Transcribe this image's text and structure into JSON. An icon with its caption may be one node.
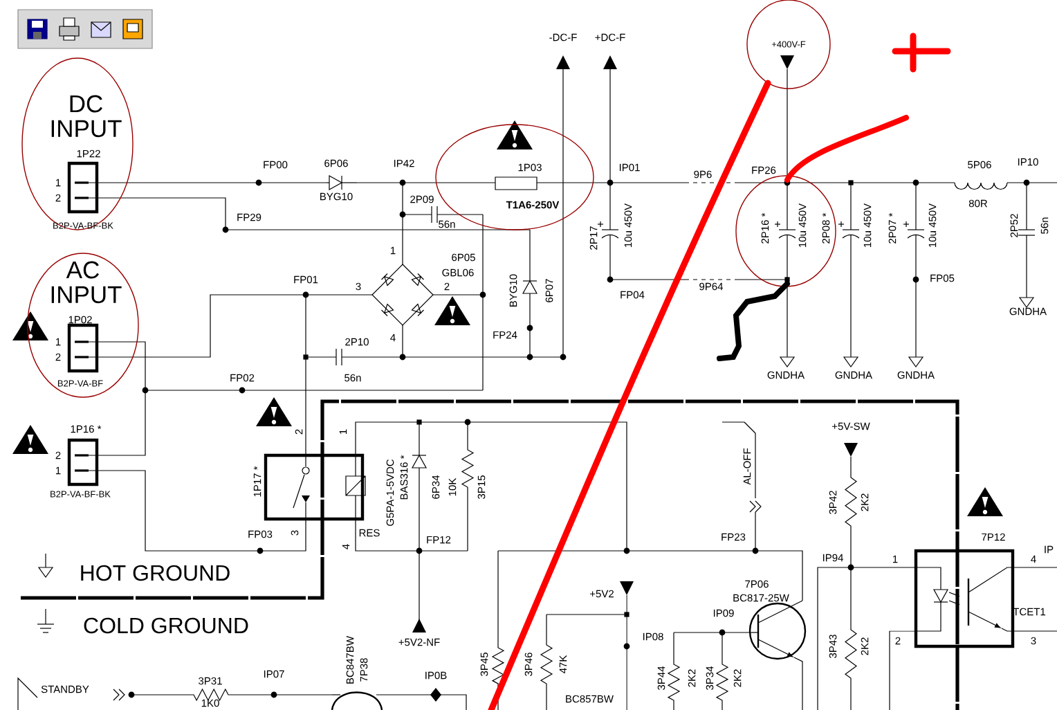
{
  "diagram": {
    "labels": [
      "-DC-F",
      "+DC-F",
      "+400V-F",
      "DC",
      "INPUT",
      "1P22",
      "FP00",
      "6P06",
      "IP42",
      "1P03",
      "IP01",
      "9P6",
      "FP26",
      "5P06",
      "IP10",
      "1",
      "2",
      "BYG10",
      "2P09",
      "T1A6-250V",
      "FP29",
      "80R",
      "B2P-VA-BF-BK",
      "56n",
      "2P17",
      "10u 450V",
      "2P16 *",
      "10u 450V",
      "2P08 *",
      "10u 450V",
      "2P07 *",
      "10u 450V",
      "2P52",
      "56n",
      "1",
      "6P05",
      "AC",
      "GBL06",
      "FP01",
      "3",
      "2",
      "BYG10",
      "6P07",
      "9P64",
      "FP05",
      "FP04",
      "INPUT",
      "GNDHA",
      "1P02",
      "1",
      "2P10",
      "4",
      "FP24",
      "2",
      "B2P-VA-BF",
      "FP02",
      "56n",
      "GNDHA",
      "GNDHA",
      "GNDHA",
      "1P16 *",
      "2",
      "1",
      "+5V-SW",
      "2",
      "AL-OFF",
      "1",
      "1P17 *",
      "G5PA-1-5VDC",
      "BAS316 *",
      "6P34",
      "10K",
      "3P15",
      "B2P-VA-BF-BK",
      "3P42",
      "2K2",
      "FP03",
      "3",
      "4",
      "RES",
      "FP12",
      "FP23",
      "7P12",
      "IP",
      "IP94",
      "1",
      "4",
      "HOT GROUND",
      "7P06",
      "+5V2",
      "BC817-25W",
      "IP09",
      "TCET1",
      "COLD GROUND",
      "IP08",
      "+5V2-NF",
      "2",
      "3",
      "3P43",
      "2K2",
      "BC847BW",
      "3P45",
      "3P46",
      "47K",
      "7P38",
      "IP07",
      "IP0B",
      "3P44",
      "2K2",
      "3P34",
      "2K2",
      "3P31",
      "STANDBY",
      "BC857BW",
      "1K0"
    ]
  }
}
